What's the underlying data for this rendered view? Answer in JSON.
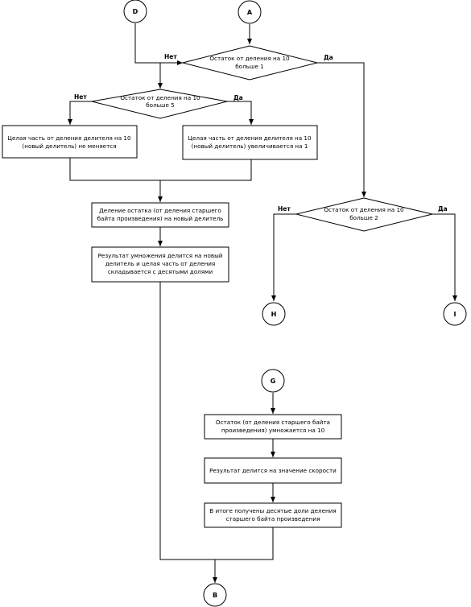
{
  "connectors": {
    "D": "D",
    "A": "A",
    "H": "H",
    "I": "I",
    "G": "G",
    "B": "B"
  },
  "decisions": {
    "rem_gt_1": [
      "Остаток от деления на 10",
      "больше 1"
    ],
    "rem_gt_5": [
      "Остаток от деления на 10",
      "больше 5"
    ],
    "rem_gt_2": [
      "Остаток от деления на 10",
      "больше 2"
    ]
  },
  "processes": {
    "divisor_unchanged": [
      "Целая часть от деления делителя на 10",
      "(новый делитель) не меняется"
    ],
    "divisor_incremented": [
      "Целая часть от деления делителя на 10",
      "(новый делитель) увеличивается на 1"
    ],
    "divide_remainder": [
      "Деление остатка (от деления старшего",
      "байта произведения) на новый делитель"
    ],
    "result_divided": [
      "Результат умножения делится на новый",
      "делитель и целая часть от деления",
      "складывается с десятыми долями"
    ],
    "remainder_multiplied": [
      "Остаток (от деления старшего байта",
      "произведения) умножается на 10"
    ],
    "divided_by_speed": [
      "Результат делится на значение скорости"
    ],
    "tenths_obtained": [
      "В итоге получены десятые доли деления",
      "старшего байта произведения"
    ]
  },
  "branch_labels": {
    "no": "Нет",
    "yes": "Да"
  }
}
